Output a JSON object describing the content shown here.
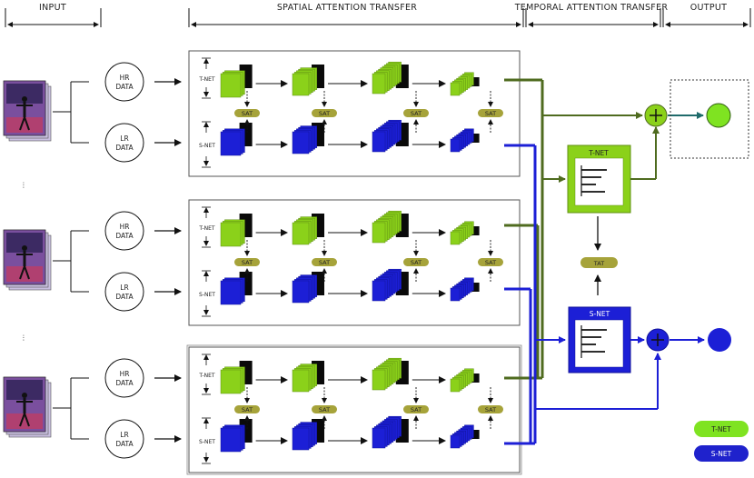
{
  "headers": {
    "input": "INPUT",
    "spatial": "SPATIAL  ATTENTION TRANSFER",
    "temporal": "TEMPORAL ATTENTION TRANSFER",
    "output": "OUTPUT"
  },
  "hr_label_line1": "HR",
  "hr_label_line2": "DATA",
  "lr_label_line1": "LR",
  "lr_label_line2": "DATA",
  "tnet_label": "T-NET",
  "snet_label": "S-NET",
  "sat_label": "SAT",
  "tat_label": "TAT",
  "ellipsis": "⋮",
  "legend": {
    "tnet": "T-NET",
    "snet": "S-NET"
  },
  "colors": {
    "green": "#8bd11a",
    "green_dark": "#5f8f12",
    "olive_line": "#4f6b1f",
    "blue": "#1c1fd6",
    "blue_dark": "#10129a",
    "olive_pill": "#a6a33a",
    "legend_green": "#7fe321",
    "legend_blue": "#1f22cc"
  },
  "icons": {
    "add": "plus-circle-icon",
    "rank": "ranking-bars-icon"
  }
}
